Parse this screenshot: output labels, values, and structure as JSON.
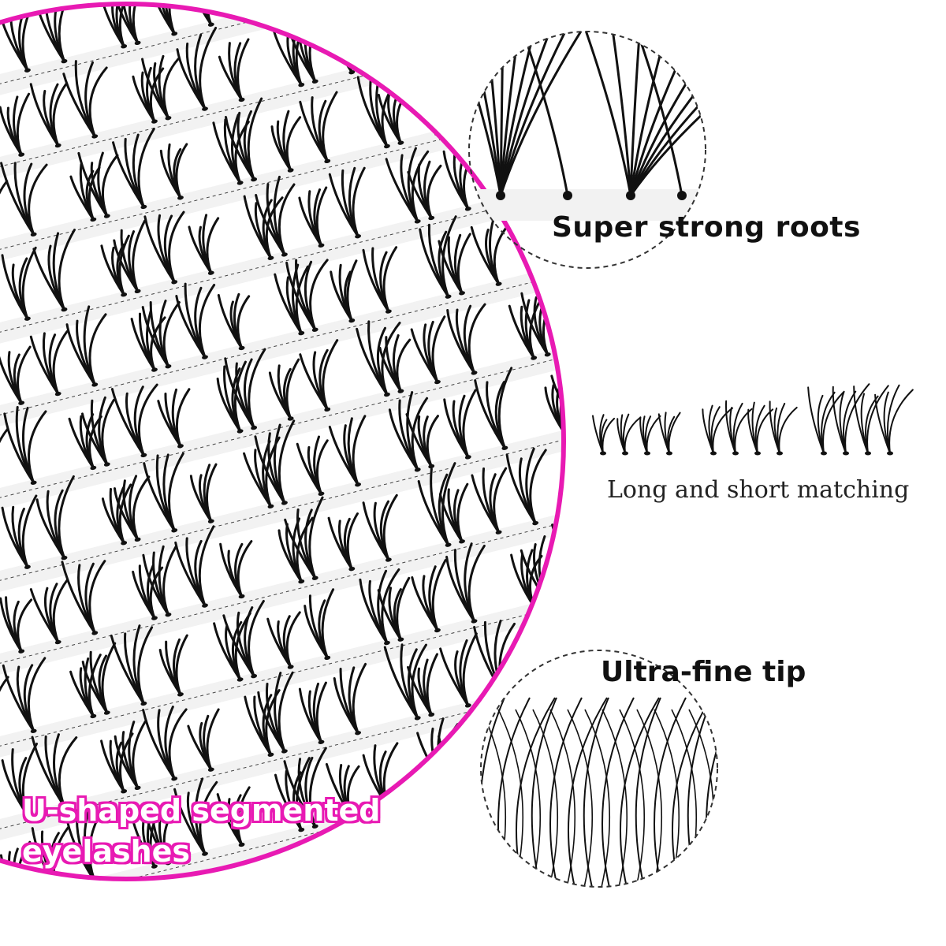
{
  "labels": {
    "super_strong_roots": "Super strong roots",
    "long_short_matching": "Long and short matching",
    "ultra_fine_tip": "Ultra-fine tip",
    "u_shaped_line1": "U-shaped segmented",
    "u_shaped_line2": "eyelashes"
  },
  "colors": {
    "accent_ring": "#e81ab3",
    "lash": "#111111",
    "strip": "#f2f2f2",
    "dash": "#444444"
  }
}
